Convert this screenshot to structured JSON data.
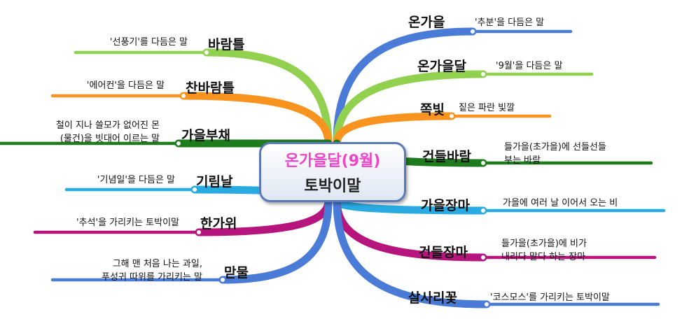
{
  "center": {
    "title": "온가을달(9월)",
    "subtitle": "토박이말"
  },
  "left": [
    {
      "term": "바람틀",
      "desc": "'선풍기'를 다듬은 말",
      "color": "#92d050"
    },
    {
      "term": "찬바람틀",
      "desc": "'에어컨'을 다듬은 말",
      "color": "#f7931e"
    },
    {
      "term": "가을부채",
      "desc": "철이 지나 쓸모가 없어진 몬\n(물건)을 빗대어 이르는 말",
      "color": "#1e7b1e"
    },
    {
      "term": "기림날",
      "desc": "'기념일'을 다듬은 말",
      "color": "#29abe2"
    },
    {
      "term": "한가위",
      "desc": "'추석'을 가리키는 토박이말",
      "color": "#b5157d"
    },
    {
      "term": "맏물",
      "desc": "그해 맨 처음 나는 과일,\n푸성귀 따위를 가리키는 말",
      "color": "#4a7bd6"
    }
  ],
  "right": [
    {
      "term": "온가을",
      "desc": "'추분'을 다듬은 말",
      "color": "#4a7bd6"
    },
    {
      "term": "온가을달",
      "desc": "'9월'을 다듬은 말",
      "color": "#92d050"
    },
    {
      "term": "쪽빛",
      "desc": "짙은 파란 빛깔",
      "color": "#f7931e"
    },
    {
      "term": "건들바람",
      "desc": "들가을(초가을)에 선들선들\n부는 바람",
      "color": "#1e7b1e"
    },
    {
      "term": "가을장마",
      "desc": "가을에 여러 날 이어서 오는 비",
      "color": "#29abe2"
    },
    {
      "term": "건들장마",
      "desc": "들가을(초가을)에 비가\n내리다 말다 하는 장마",
      "color": "#b5157d"
    },
    {
      "term": "살사리꽃",
      "desc": "'코스모스'를 가리키는 토박이말",
      "color": "#4a7bd6"
    }
  ]
}
